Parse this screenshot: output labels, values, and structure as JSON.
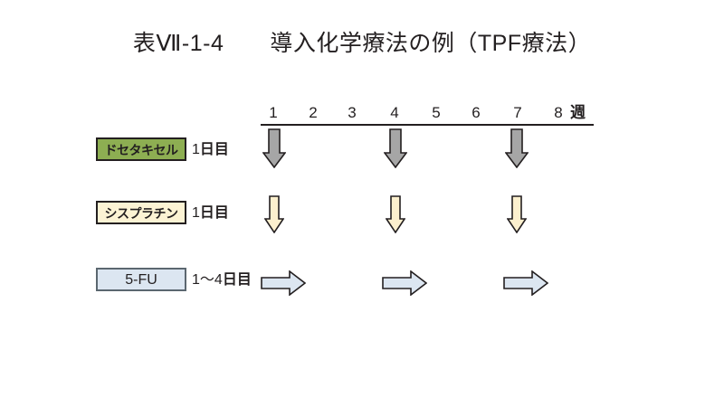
{
  "figure": {
    "title": "表Ⅶ-1-4　　導入化学療法の例（TPF療法）",
    "background_color": "#ffffff",
    "text_color": "#231f20"
  },
  "timeline": {
    "axis_label_unit": "週",
    "week_ticks": [
      "1",
      "2",
      "3",
      "4",
      "5",
      "6",
      "7",
      "8"
    ],
    "axis_start_week": 1,
    "axis_end_week": 8
  },
  "regimen": {
    "rows": [
      {
        "drug": "ドセタキセル",
        "schedule": {
          "num": "1",
          "unit": "日目"
        },
        "box_fill": "#8dae52",
        "box_border": "#231f20",
        "arrow_fill": "#a6a6a6",
        "arrow_shape": "arrow-down",
        "administration_weeks": [
          1,
          4,
          7
        ]
      },
      {
        "drug": "シスプラチン",
        "schedule": {
          "num": "1",
          "unit": "日目"
        },
        "box_fill": "#fcf3d4",
        "box_border": "#231f20",
        "arrow_fill": "#fcf0ce",
        "arrow_shape": "arrow-down",
        "administration_weeks": [
          1,
          4,
          7
        ]
      },
      {
        "drug": "5-FU",
        "schedule": {
          "num": "1〜4",
          "unit": "日目"
        },
        "box_fill": "#dce6f1",
        "box_border": "#5b6770",
        "arrow_fill": "#dce6f1",
        "arrow_shape": "arrow-right",
        "administration_weeks": [
          1,
          4,
          7
        ]
      }
    ]
  }
}
